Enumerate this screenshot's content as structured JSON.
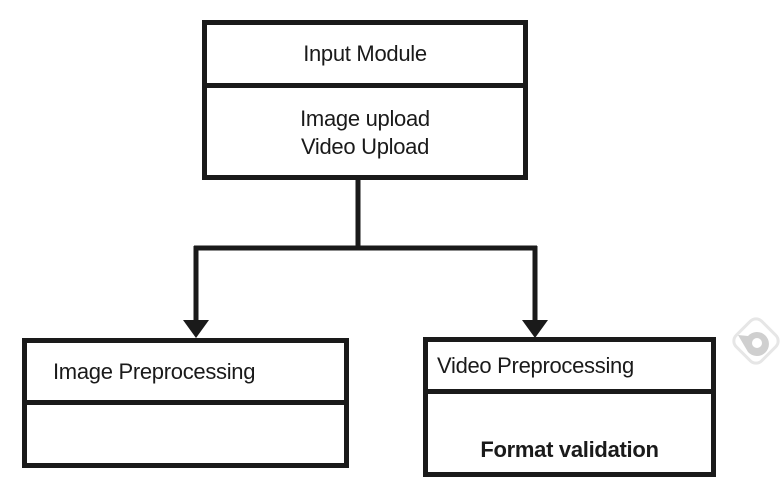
{
  "diagram": {
    "type": "flowchart",
    "colors": {
      "stroke": "#1a1a1a",
      "background": "#ffffff",
      "watermark": "#d0d0d0"
    },
    "nodes": {
      "input_module": {
        "title": "Input Module",
        "lines": [
          "Image upload",
          "Video Upload"
        ]
      },
      "image_preprocessing": {
        "title": "Image Preprocessing",
        "lines": []
      },
      "video_preprocessing": {
        "title": "Video Preprocessing",
        "lines": [
          "Format validation"
        ]
      }
    },
    "edges": [
      {
        "from": "input_module",
        "to": "image_preprocessing"
      },
      {
        "from": "input_module",
        "to": "video_preprocessing"
      }
    ],
    "watermark_icon": "logo-watermark-icon"
  }
}
